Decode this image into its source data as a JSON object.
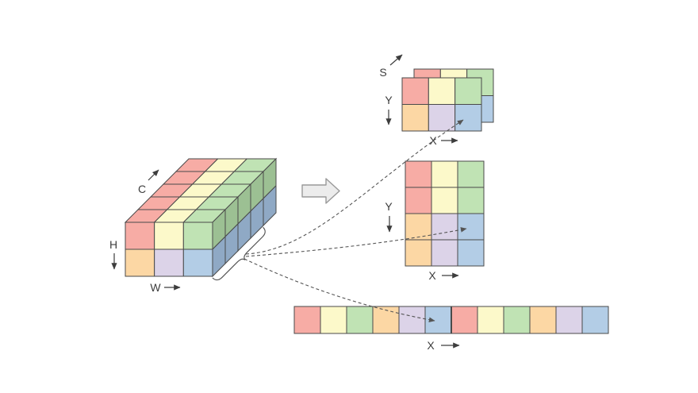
{
  "palette": {
    "red": "#F7ACA5",
    "yellow": "#FCF9CA",
    "green": "#C0E3B4",
    "orange": "#FCD7A4",
    "purple": "#DCD3E8",
    "blue": "#B3CDE6",
    "side_green": "#9CC093",
    "side_blue": "#8FA9C5",
    "stroke": "#4A4A4A",
    "dash": "#555555",
    "label": "#3D3D3D",
    "big_arrow_fill": "#ECECEC",
    "big_arrow_stroke": "#999999"
  },
  "block": {
    "label_c": "C",
    "label_h": "H",
    "label_w": "W",
    "depth": 5,
    "front_rows": [
      [
        "red",
        "yellow",
        "green"
      ],
      [
        "orange",
        "purple",
        "blue"
      ]
    ],
    "top_columns": [
      "red",
      "yellow",
      "green"
    ],
    "side_rows": [
      "side_green",
      "side_blue"
    ]
  },
  "slices": {
    "label_s": "S",
    "label_y": "Y",
    "label_x": "X",
    "layers": 2,
    "rows": [
      [
        "red",
        "yellow",
        "green"
      ],
      [
        "orange",
        "purple",
        "blue"
      ]
    ]
  },
  "plane": {
    "label_y": "Y",
    "label_x": "X",
    "rows": [
      [
        "red",
        "yellow",
        "green"
      ],
      [
        "red",
        "yellow",
        "green"
      ],
      [
        "orange",
        "purple",
        "blue"
      ],
      [
        "orange",
        "purple",
        "blue"
      ]
    ]
  },
  "flat": {
    "label_x": "X",
    "cells": [
      "red",
      "yellow",
      "green",
      "orange",
      "purple",
      "blue",
      "red",
      "yellow",
      "green",
      "orange",
      "purple",
      "blue"
    ]
  }
}
